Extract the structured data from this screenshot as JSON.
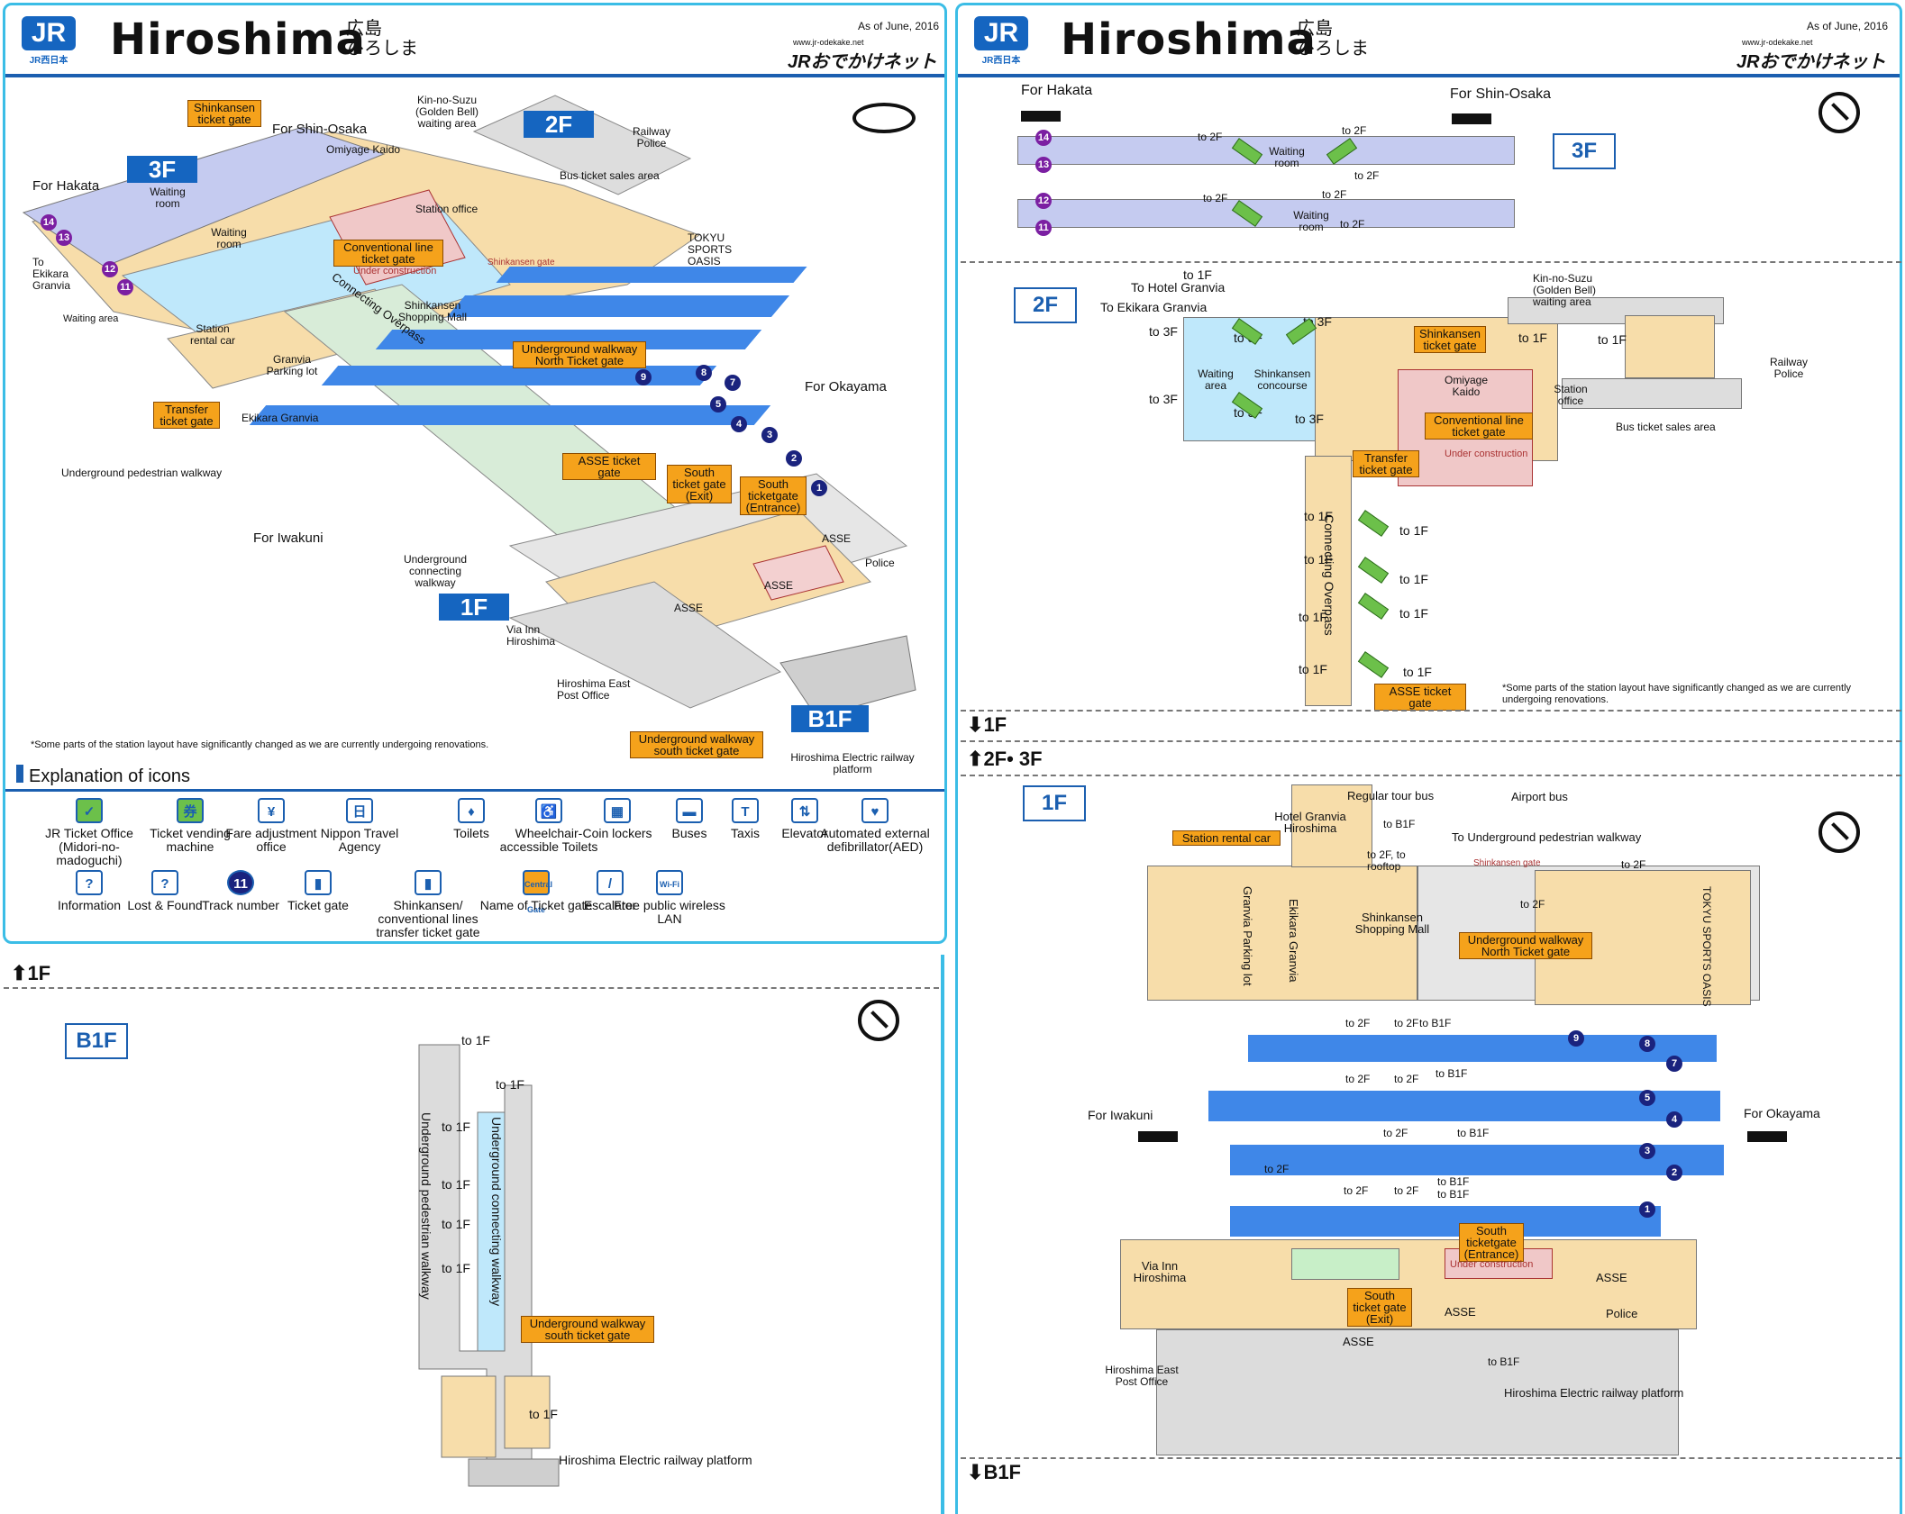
{
  "header": {
    "logo_top": "JR",
    "logo_bottom": "JR西日本",
    "title": "Hiroshima",
    "kanji": "広島",
    "kana": "ひろしま",
    "as_of": "As of June, 2016",
    "site": "www.jr-odekake.net",
    "brand": "JRおでかけネット"
  },
  "iso": {
    "floor_3f": "3F",
    "floor_2f": "2F",
    "floor_1f": "1F",
    "floor_b1f": "B1F",
    "for_shin_osaka": "For Shin-Osaka",
    "for_hakata": "For Hakata",
    "for_okayama": "For Okayama",
    "for_iwakuni": "For Iwakuni",
    "shinkansen_gate": "Shinkansen ticket gate",
    "kin_no_suzu": "Kin-no-Suzu (Golden Bell) waiting area",
    "railway_police": "Railway Police",
    "omiyage": "Omiyage Kaido",
    "bus_ticket": "Bus ticket sales area",
    "waiting_room": "Waiting room",
    "station_office": "Station office",
    "tokyu": "TOKYU SPORTS OASIS",
    "to_ekikara": "To Ekikara Granvia",
    "conventional_gate": "Conventional line ticket gate",
    "under_construction": "Under construction",
    "shinkansen_gate_small": "Shinkansen gate",
    "waiting_area": "Waiting area",
    "station_rental": "Station rental car",
    "shinkansen_mall": "Shinkansen Shopping Mall",
    "connecting_overpass": "Connecting Overpass",
    "underground_north": "Underground walkway North Ticket gate",
    "granvia_parking": "Granvia Parking lot",
    "transfer_gate": "Transfer ticket gate",
    "ekikara_granvia": "Ekikara Granvia",
    "underground_pedestrian": "Underground pedestrian walkway",
    "asse_gate": "ASSE ticket gate",
    "south_exit": "South ticket gate (Exit)",
    "south_entrance": "South ticketgate (Entrance)",
    "underground_connecting": "Underground connecting walkway",
    "asse": "ASSE",
    "police": "Police",
    "via_inn": "Via Inn Hiroshima",
    "east_post": "Hiroshima East Post Office",
    "underground_south": "Underground walkway south ticket gate",
    "hiroden": "Hiroshima Electric railway platform",
    "note": "*Some parts of the station layout have significantly changed as we are currently undergoing renovations."
  },
  "legend": {
    "title": "Explanation of icons",
    "items": [
      {
        "label": "JR Ticket Office (Midori-no-madoguchi)",
        "icon": "ticket-office-icon",
        "glyph": "✓",
        "color": "#6cc04a"
      },
      {
        "label": "Ticket vending machine",
        "icon": "ticket-vending-icon",
        "glyph": "券",
        "color": "#6cc04a"
      },
      {
        "label": "Fare adjustment office",
        "icon": "fare-adjustment-icon",
        "glyph": "¥",
        "color": "#ffffff"
      },
      {
        "label": "Nippon Travel Agency",
        "icon": "travel-agency-icon",
        "glyph": "日",
        "color": "#ffffff"
      },
      {
        "label": "Toilets",
        "icon": "toilet-icon",
        "glyph": "♦",
        "color": "#ffffff"
      },
      {
        "label": "Wheelchair-accessible Toilets",
        "icon": "wheelchair-icon",
        "glyph": "♿",
        "color": "#ffffff"
      },
      {
        "label": "Coin lockers",
        "icon": "locker-icon",
        "glyph": "▦",
        "color": "#ffffff"
      },
      {
        "label": "Buses",
        "icon": "bus-icon",
        "glyph": "▬",
        "color": "#ffffff"
      },
      {
        "label": "Taxis",
        "icon": "taxi-icon",
        "glyph": "T",
        "color": "#ffffff"
      },
      {
        "label": "Elevator",
        "icon": "elevator-icon",
        "glyph": "⇅",
        "color": "#ffffff"
      },
      {
        "label": "Automated external defibrillator(AED)",
        "icon": "aed-icon",
        "glyph": "♥",
        "color": "#ffffff"
      },
      {
        "label": "Information",
        "icon": "information-icon",
        "glyph": "?",
        "color": "#ffffff"
      },
      {
        "label": "Lost & Found",
        "icon": "lost-found-icon",
        "glyph": "?",
        "color": "#ffffff"
      },
      {
        "label": "Track number",
        "icon": "track-number-icon",
        "glyph": "11",
        "color": "#1a237e"
      },
      {
        "label": "Ticket gate",
        "icon": "ticket-gate-icon",
        "glyph": "▮",
        "color": "#ffffff"
      },
      {
        "label": "Shinkansen/ conventional lines transfer ticket gate",
        "icon": "transfer-gate-icon",
        "glyph": "▮",
        "color": "#ffffff"
      },
      {
        "label": "Name of Ticket gate",
        "icon": "gate-name-icon",
        "glyph": "Central Gate",
        "color": "#f5a21b"
      },
      {
        "label": "Escalator",
        "icon": "escalator-icon",
        "glyph": "/",
        "color": "#ffffff"
      },
      {
        "label": "Free public wireless LAN",
        "icon": "wifi-icon",
        "glyph": "Wi-Fi",
        "color": "#ffffff"
      }
    ]
  },
  "b1f_plan": {
    "up_1f": "1F",
    "floor": "B1F",
    "to_1f": "to 1F",
    "underground_pedestrian": "Underground pedestrian walkway",
    "underground_connecting": "Underground connecting walkway",
    "south_gate": "Underground walkway south ticket gate",
    "hiroden": "Hiroshima Electric railway platform"
  },
  "plan_3f": {
    "floor": "3F",
    "for_hakata": "For Hakata",
    "for_shin_osaka": "For Shin-Osaka",
    "to_2f": "to 2F",
    "waiting_room": "Waiting room",
    "tracks": [
      "14",
      "13",
      "12",
      "11"
    ]
  },
  "plan_2f": {
    "floor": "2F",
    "to_1f": "to 1F",
    "to_3f": "to 3F",
    "to_hotel": "To Hotel Granvia",
    "to_ekikara": "To Ekikara Granvia",
    "kin_no_suzu": "Kin-no-Suzu (Golden Bell) waiting area",
    "shinkansen_gate": "Shinkansen ticket gate",
    "waiting_area": "Waiting area",
    "shinkansen_concourse": "Shinkansen concourse",
    "omiyage": "Omiyage Kaido",
    "station_office": "Station office",
    "railway_police": "Railway Police",
    "bus_ticket": "Bus ticket sales area",
    "conventional_gate": "Conventional line ticket gate",
    "transfer_gate": "Transfer ticket gate",
    "under_construction": "Under construction",
    "connecting_overpass": "Connecting Overpass",
    "asse_gate": "ASSE ticket gate",
    "note": "*Some parts of the station layout have significantly changed as we are currently undergoing renovations."
  },
  "nav": {
    "down_1f": "1F",
    "up_2f3f": "2F• 3F",
    "down_b1f": "B1F"
  },
  "plan_1f": {
    "floor": "1F",
    "regular_bus": "Regular tour bus",
    "airport_bus": "Airport bus",
    "hotel": "Hotel Granvia Hiroshima",
    "station_rental": "Station rental car",
    "to_b1f": "to B1F",
    "to_underground": "To Underground pedestrian walkway",
    "to_2f_rooftop": "to 2F, to rooftop",
    "shinkansen_gate": "Shinkansen gate",
    "to_2f": "to 2F",
    "granvia_parking": "Granvia Parking lot",
    "ekikara": "Ekikara Granvia",
    "mall": "Shinkansen Shopping Mall",
    "north_gate": "Underground walkway North Ticket gate",
    "tokyu": "TOKYU SPORTS OASIS",
    "for_iwakuni": "For Iwakuni",
    "for_okayama": "For Okayama",
    "via_inn": "Via Inn Hiroshima",
    "south_entrance": "South ticketgate (Entrance)",
    "under_construction": "Under construction",
    "south_exit": "South ticket gate (Exit)",
    "asse": "ASSE",
    "police": "Police",
    "east_post": "Hiroshima East Post Office",
    "hiroden": "Hiroshima Electric railway platform",
    "tracks": [
      "9",
      "8",
      "7",
      "5",
      "4",
      "3",
      "2",
      "1"
    ]
  },
  "colors": {
    "accent": "#1b5fb0",
    "frame": "#3bbde6",
    "platform": "#3f87e8",
    "concourse": "#bfe8fb",
    "building": "#f7ddaa",
    "gate": "#f5a21b",
    "track": "#1a237e",
    "shinkansen_track": "#7b1fa2"
  }
}
